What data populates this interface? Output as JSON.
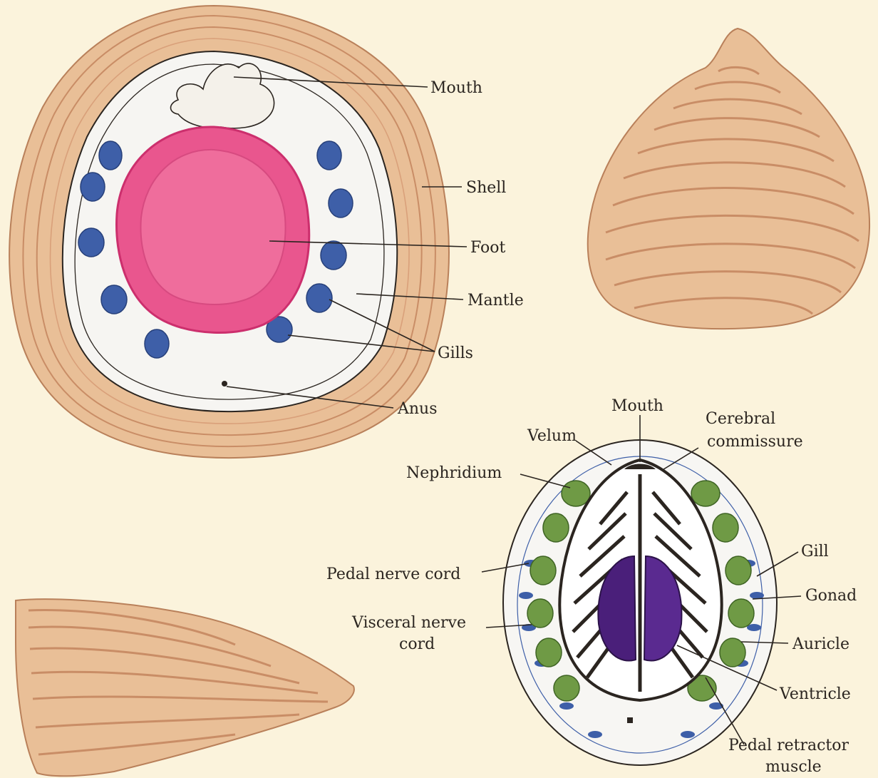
{
  "colors": {
    "background": "#fbf3dc",
    "shell": "#e9bf97",
    "shell_dark": "#c98d66",
    "mantle": "#f6f5f2",
    "foot": "#e9568e",
    "foot_dark": "#cc2f6d",
    "gill_blue": "#3e5fa8",
    "nephridium_green": "#6f9a45",
    "heart_purple": "#4a1f7a",
    "ink": "#2b2520"
  },
  "labels": {
    "top_view": {
      "mouth": "Mouth",
      "shell": "Shell",
      "foot": "Foot",
      "mantle": "Mantle",
      "gills": "Gills",
      "anus": "Anus"
    },
    "internal": {
      "mouth": "Mouth",
      "cerebral_commissure_1": "Cerebral",
      "cerebral_commissure_2": "commissure",
      "velum": "Velum",
      "nephridium": "Nephridium",
      "pedal_nerve_cord": "Pedal nerve cord",
      "visceral_nerve_cord_1": "Visceral nerve",
      "visceral_nerve_cord_2": "cord",
      "gill": "Gill",
      "gonad": "Gonad",
      "auricle": "Auricle",
      "ventricle": "Ventricle",
      "pedal_retractor_1": "Pedal retractor",
      "pedal_retractor_2": "muscle"
    }
  }
}
